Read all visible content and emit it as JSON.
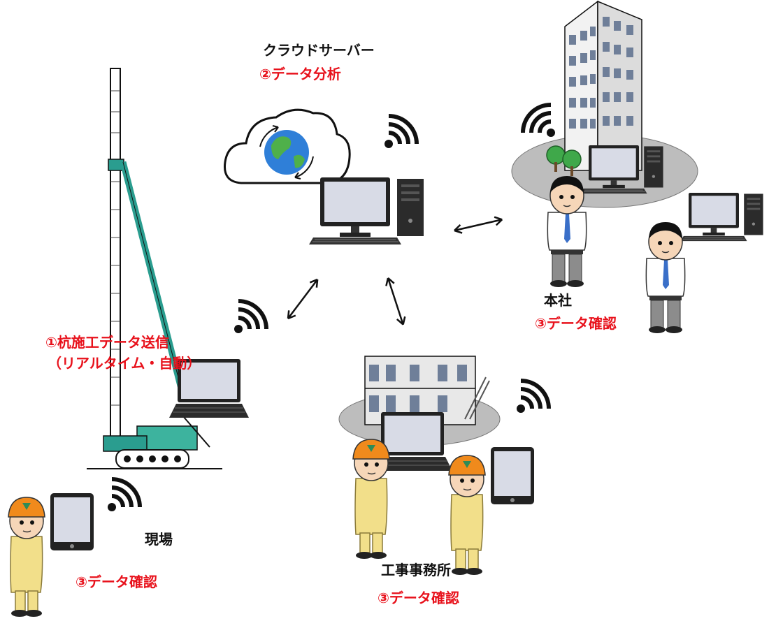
{
  "colors": {
    "red_text": "#e8111b",
    "crane_green": "#2a9d8f",
    "screen": "#d8dbe6",
    "helmet": "#f08a1c",
    "workwear": "#f2df8a",
    "ground_shadow": "#bdbdbd"
  },
  "cloud": {
    "label": "クラウドサーバー",
    "step": "②データ分析"
  },
  "site_send": {
    "line1": "①杭施工データ送信",
    "line2": "（リアルタイム・自動）"
  },
  "head_office": {
    "label": "本社",
    "step": "③データ確認"
  },
  "site": {
    "label": "現場",
    "step": "③データ確認"
  },
  "construction_office": {
    "label": "工事事務所",
    "step": "③データ確認"
  },
  "icons": [
    "cloud-globe-icon",
    "wifi-icon",
    "desktop-computer-icon",
    "laptop-icon",
    "tablet-icon",
    "pile-driver-icon",
    "office-building-icon",
    "site-office-icon",
    "worker-icon",
    "office-worker-icon",
    "double-arrow-icon"
  ]
}
